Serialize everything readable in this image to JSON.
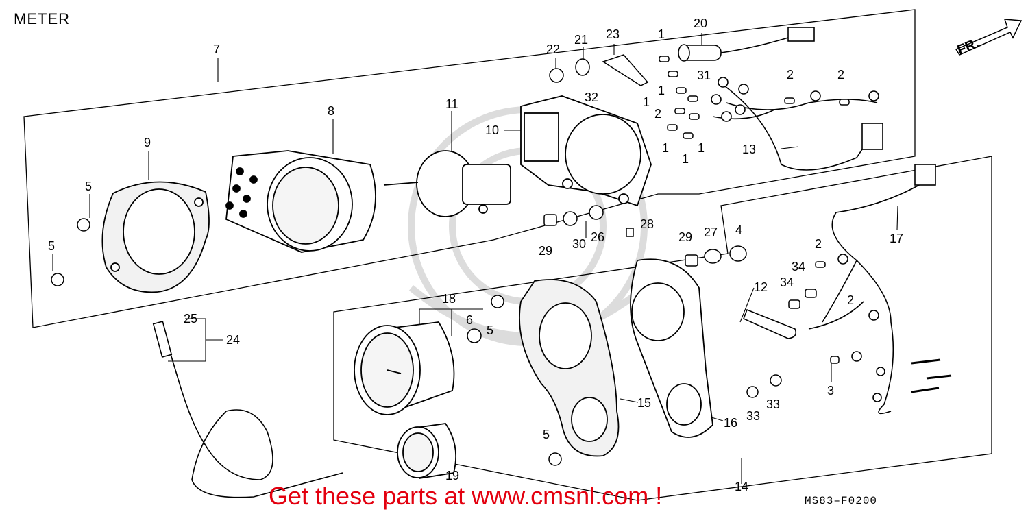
{
  "title": "METER",
  "direction_label": "FR.",
  "part_numbers": [
    "1",
    "2",
    "3",
    "4",
    "5",
    "6",
    "7",
    "8",
    "9",
    "10",
    "11",
    "12",
    "13",
    "14",
    "15",
    "16",
    "17",
    "18",
    "19",
    "20",
    "21",
    "22",
    "23",
    "24",
    "25",
    "26",
    "27",
    "28",
    "29",
    "30",
    "31",
    "32",
    "33",
    "34"
  ],
  "callouts": {
    "p7": "7",
    "p8": "8",
    "p9": "9",
    "p10": "10",
    "p11": "11",
    "p5a": "5",
    "p5b": "5",
    "p5c": "5",
    "p5d": "5",
    "p22": "22",
    "p21": "21",
    "p23": "23",
    "p20": "20",
    "p1a": "1",
    "p1b": "1",
    "p1c": "1",
    "p1d": "1",
    "p1e": "1",
    "p1f": "1",
    "p31": "31",
    "p32": "32",
    "p2a": "2",
    "p2b": "2",
    "p2c": "2",
    "p2d": "2",
    "p2e": "2",
    "p13": "13",
    "p17": "17",
    "p28": "28",
    "p29a": "29",
    "p29b": "29",
    "p30": "30",
    "p26": "26",
    "p27": "27",
    "p4": "4",
    "p34a": "34",
    "p34b": "34",
    "p12": "12",
    "p18": "18",
    "p6": "6",
    "p25": "25",
    "p24": "24",
    "p15": "15",
    "p16": "16",
    "p33a": "33",
    "p33b": "33",
    "p3": "3",
    "p19": "19",
    "p14": "14"
  },
  "watermark": "Get these parts at www.cmsnl.com !",
  "diagram_code": "MS83–F0200",
  "colors": {
    "line": "#000000",
    "watermark": "#e3000f",
    "ghost": "#d9d9d9"
  }
}
